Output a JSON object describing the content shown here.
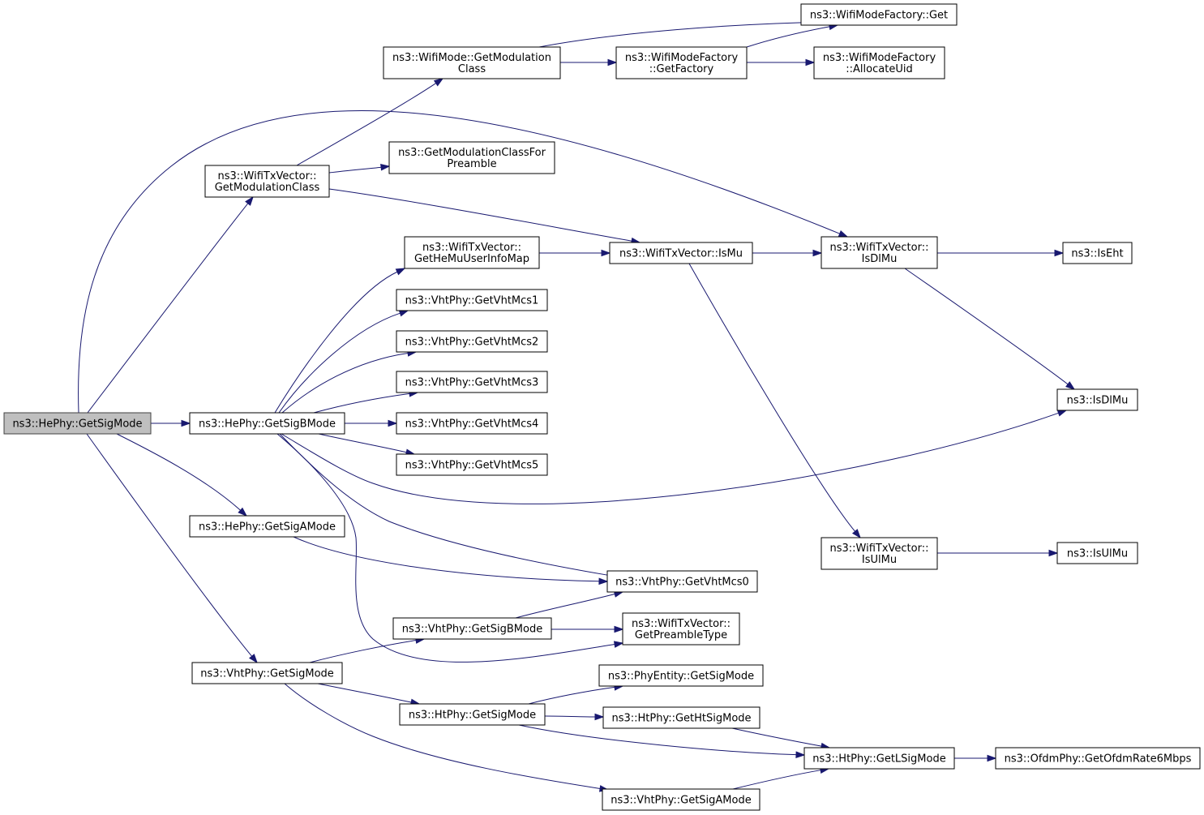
{
  "nodes": [
    {
      "id": "n0",
      "lines": [
        "ns3::HePhy::GetSigMode"
      ],
      "root": true
    },
    {
      "id": "n1",
      "lines": [
        "ns3::WifiTxVector::",
        "GetModulationClass"
      ]
    },
    {
      "id": "n2",
      "lines": [
        "ns3::WifiMode::GetModulation",
        "Class"
      ]
    },
    {
      "id": "n3",
      "lines": [
        "ns3::WifiModeFactory::Get"
      ]
    },
    {
      "id": "n4",
      "lines": [
        "ns3::WifiModeFactory",
        "::GetFactory"
      ]
    },
    {
      "id": "n5",
      "lines": [
        "ns3::WifiModeFactory",
        "::AllocateUid"
      ]
    },
    {
      "id": "n6",
      "lines": [
        "ns3::GetModulationClassFor",
        "Preamble"
      ]
    },
    {
      "id": "n7",
      "lines": [
        "ns3::WifiTxVector::IsMu"
      ]
    },
    {
      "id": "n8",
      "lines": [
        "ns3::WifiTxVector::",
        "IsDlMu"
      ]
    },
    {
      "id": "n9",
      "lines": [
        "ns3::IsEht"
      ]
    },
    {
      "id": "n10",
      "lines": [
        "ns3::IsDlMu"
      ]
    },
    {
      "id": "n11",
      "lines": [
        "ns3::WifiTxVector::",
        "IsUlMu"
      ]
    },
    {
      "id": "n12",
      "lines": [
        "ns3::IsUlMu"
      ]
    },
    {
      "id": "n13",
      "lines": [
        "ns3::HePhy::GetSigBMode"
      ]
    },
    {
      "id": "n14",
      "lines": [
        "ns3::WifiTxVector::",
        "GetHeMuUserInfoMap"
      ]
    },
    {
      "id": "n15",
      "lines": [
        "ns3::VhtPhy::GetVhtMcs1"
      ]
    },
    {
      "id": "n16",
      "lines": [
        "ns3::VhtPhy::GetVhtMcs2"
      ]
    },
    {
      "id": "n17",
      "lines": [
        "ns3::VhtPhy::GetVhtMcs3"
      ]
    },
    {
      "id": "n18",
      "lines": [
        "ns3::VhtPhy::GetVhtMcs4"
      ]
    },
    {
      "id": "n19",
      "lines": [
        "ns3::VhtPhy::GetVhtMcs5"
      ]
    },
    {
      "id": "n20",
      "lines": [
        "ns3::HePhy::GetSigAMode"
      ]
    },
    {
      "id": "n21",
      "lines": [
        "ns3::VhtPhy::GetVhtMcs0"
      ]
    },
    {
      "id": "n22",
      "lines": [
        "ns3::VhtPhy::GetSigBMode"
      ]
    },
    {
      "id": "n23",
      "lines": [
        "ns3::WifiTxVector::",
        "GetPreambleType"
      ]
    },
    {
      "id": "n24",
      "lines": [
        "ns3::VhtPhy::GetSigMode"
      ]
    },
    {
      "id": "n25",
      "lines": [
        "ns3::PhyEntity::GetSigMode"
      ]
    },
    {
      "id": "n26",
      "lines": [
        "ns3::HtPhy::GetSigMode"
      ]
    },
    {
      "id": "n27",
      "lines": [
        "ns3::HtPhy::GetHtSigMode"
      ]
    },
    {
      "id": "n28",
      "lines": [
        "ns3::HtPhy::GetLSigMode"
      ]
    },
    {
      "id": "n29",
      "lines": [
        "ns3::OfdmPhy::GetOfdmRate6Mbps"
      ]
    },
    {
      "id": "n30",
      "lines": [
        "ns3::VhtPhy::GetSigAMode"
      ]
    }
  ],
  "edges": [
    [
      "n0",
      "n1"
    ],
    [
      "n0",
      "n8"
    ],
    [
      "n0",
      "n13"
    ],
    [
      "n0",
      "n20"
    ],
    [
      "n0",
      "n24"
    ],
    [
      "n1",
      "n2"
    ],
    [
      "n1",
      "n6"
    ],
    [
      "n1",
      "n7"
    ],
    [
      "n2",
      "n3"
    ],
    [
      "n2",
      "n4"
    ],
    [
      "n4",
      "n3"
    ],
    [
      "n4",
      "n5"
    ],
    [
      "n7",
      "n8"
    ],
    [
      "n7",
      "n11"
    ],
    [
      "n8",
      "n9"
    ],
    [
      "n8",
      "n10"
    ],
    [
      "n11",
      "n12"
    ],
    [
      "n13",
      "n14"
    ],
    [
      "n13",
      "n15"
    ],
    [
      "n13",
      "n16"
    ],
    [
      "n13",
      "n17"
    ],
    [
      "n13",
      "n18"
    ],
    [
      "n13",
      "n19"
    ],
    [
      "n13",
      "n10"
    ],
    [
      "n13",
      "n21"
    ],
    [
      "n13",
      "n23"
    ],
    [
      "n14",
      "n7"
    ],
    [
      "n20",
      "n21"
    ],
    [
      "n22",
      "n21"
    ],
    [
      "n22",
      "n23"
    ],
    [
      "n24",
      "n22"
    ],
    [
      "n24",
      "n26"
    ],
    [
      "n24",
      "n30"
    ],
    [
      "n26",
      "n25"
    ],
    [
      "n26",
      "n27"
    ],
    [
      "n26",
      "n28"
    ],
    [
      "n27",
      "n28"
    ],
    [
      "n28",
      "n29"
    ],
    [
      "n30",
      "n28"
    ]
  ]
}
